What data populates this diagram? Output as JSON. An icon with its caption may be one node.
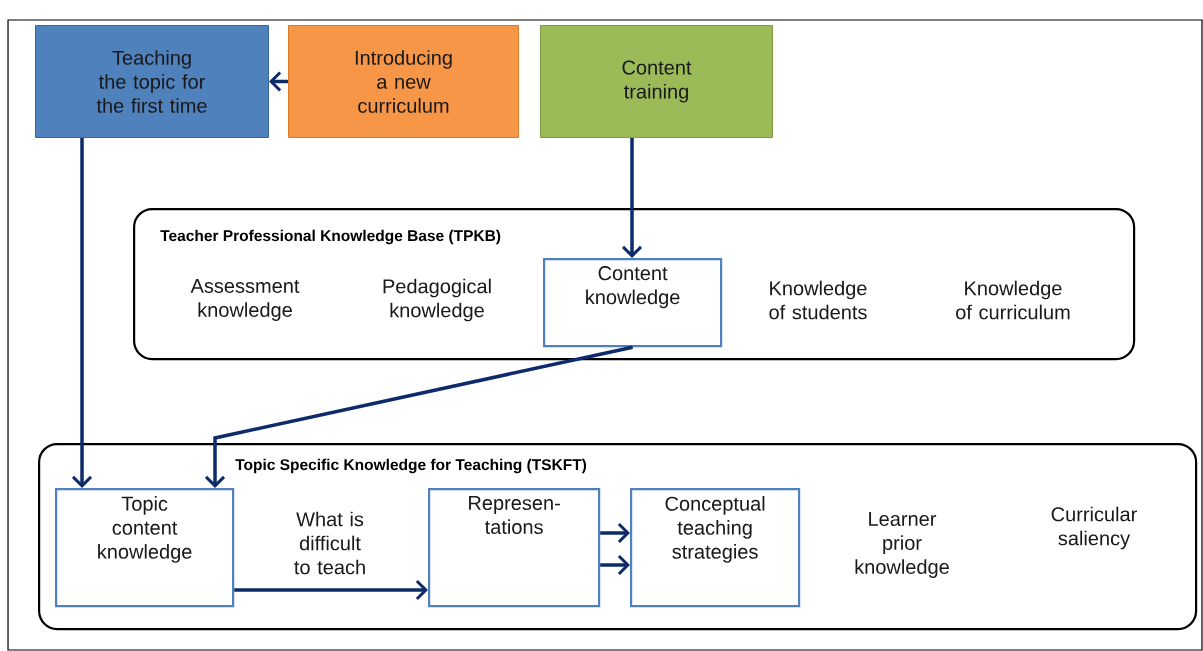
{
  "diagram": {
    "nodes": [
      {
        "text": [
          "Teaching the topic for the first time"
        ]
      },
      {
        "text": [
          "Introducing a new curriculum"
        ]
      },
      {
        "text": [
          "Content training"
        ]
      },
      {
        "text": [
          "Teacher Professional Knowledge Base (TPKB)"
        ]
      },
      {
        "text": [
          "Content knowledge"
        ],
        "in": 3
      },
      {
        "text": [
          "Topic Specific Knowledge for Teaching (TSKFT)"
        ]
      },
      {
        "text": [
          "Topic content knowledge"
        ],
        "in": 5
      },
      {
        "text": [
          "Represen- tations"
        ],
        "in": 5
      },
      {
        "text": [
          "Conceptual teaching strategies"
        ],
        "in": 5
      }
    ],
    "edges": [
      {
        "from": 1,
        "to": 0,
        "arrow": "to"
      },
      {
        "from": 0,
        "to": 6,
        "arrow": "to"
      },
      {
        "from": 2,
        "to": 4,
        "arrow": "to"
      },
      {
        "from": 4,
        "to": 6,
        "arrow": "to"
      },
      {
        "from": 6,
        "to": 7,
        "arrow": "to"
      },
      {
        "from": 7,
        "to": 8,
        "arrow": "to"
      },
      {
        "from": 7,
        "to": 8,
        "arrow": "to"
      }
    ],
    "labels": [
      "Assessment knowledge",
      "Pedagogical knowledge",
      "Knowledge of students",
      "Knowledge of curriculum",
      "What is difficult to teach",
      "Learner prior knowledge",
      "Curricular saliency"
    ]
  }
}
